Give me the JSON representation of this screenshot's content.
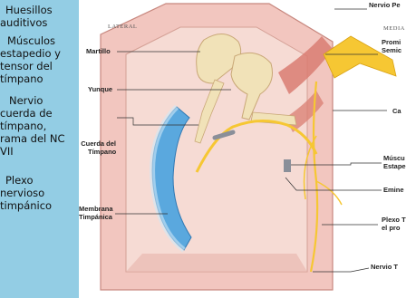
{
  "bullets": [
    [
      "Huesillos",
      "auditivos"
    ],
    [
      "Músculos",
      "estapedio y",
      "tensor del",
      "tímpano"
    ],
    [
      "Nervio",
      "cuerda de",
      "tímpano,",
      "rama del NC",
      "VII"
    ],
    [
      "Plexo",
      "nervioso",
      "timpánico"
    ]
  ],
  "diagram": {
    "header_left": "LATERAL",
    "header_right": "MEDIA",
    "labels": {
      "martillo": "Martillo",
      "yunque": "Yunque",
      "cuerda_1": "Cuerda del",
      "cuerda_2": "Tímpano",
      "membrana_1": "Membrana",
      "membrana_2": "Timpánica",
      "nervio_top": "Nervio Pe",
      "promi_1": "Promi",
      "promi_2": "Semic",
      "ca": "Ca",
      "musc_1": "Múscu",
      "musc_2": "Estape",
      "emine": "Emine",
      "plexo_1": "Plexo T",
      "plexo_2": "el pro",
      "nervio_bottom": "Nervio T"
    },
    "colors": {
      "panel": "#93cde4",
      "wall": "#f2c6bf",
      "cavity": "#f4d4cd",
      "bone": "#f1e2b8",
      "membrane": "#5aa8de",
      "nerve": "#f6c733",
      "muscle": "#d97d72"
    }
  }
}
